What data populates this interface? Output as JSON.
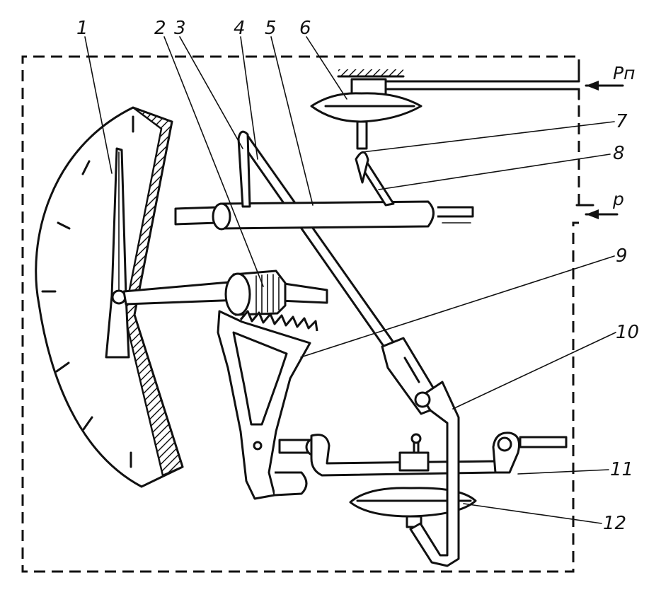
{
  "labels": {
    "l1": "1",
    "l2": "2",
    "l3": "3",
    "l4": "4",
    "l5": "5",
    "l6": "6",
    "l7": "7",
    "l8": "8",
    "l9": "9",
    "l10": "10",
    "l11": "11",
    "l12": "12",
    "pn": "Pп",
    "p": "p"
  }
}
